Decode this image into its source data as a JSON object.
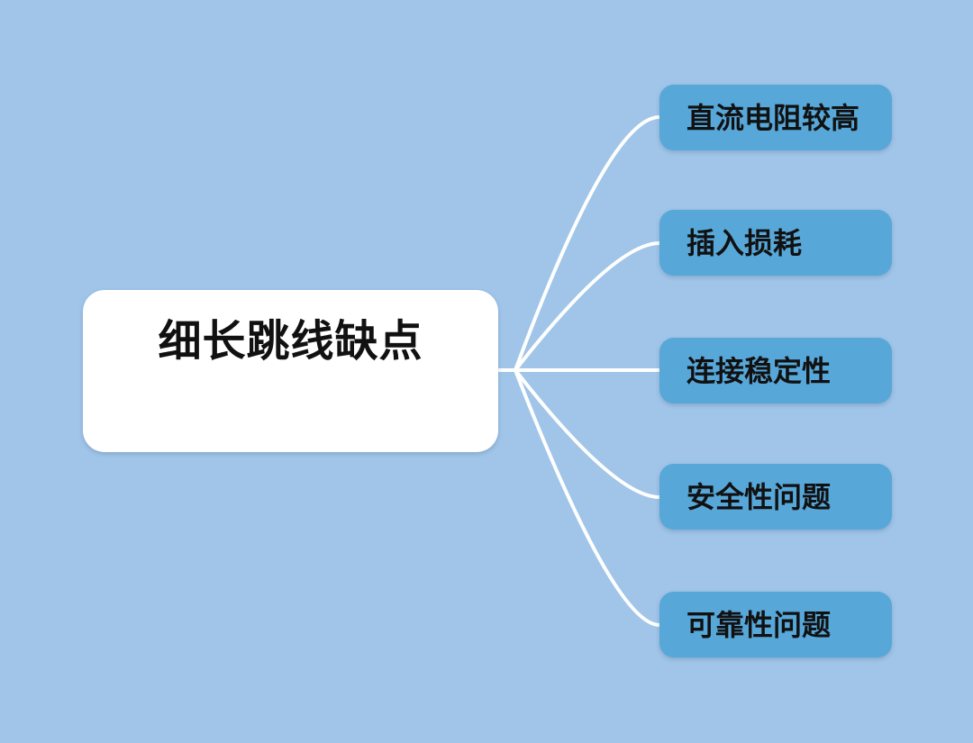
{
  "theme": {
    "bg": "#A0C5E8",
    "branch-fill": "#57A7D9",
    "root-fill": "#FFFFFF",
    "text": "#111111",
    "connector": "#FFFFFF"
  },
  "mindmap": {
    "root": {
      "label": "细长跳线缺点"
    },
    "branches": [
      {
        "label": "直流电阻较高"
      },
      {
        "label": "插入损耗"
      },
      {
        "label": "连接稳定性"
      },
      {
        "label": "安全性问题"
      },
      {
        "label": "可靠性问题"
      }
    ]
  }
}
